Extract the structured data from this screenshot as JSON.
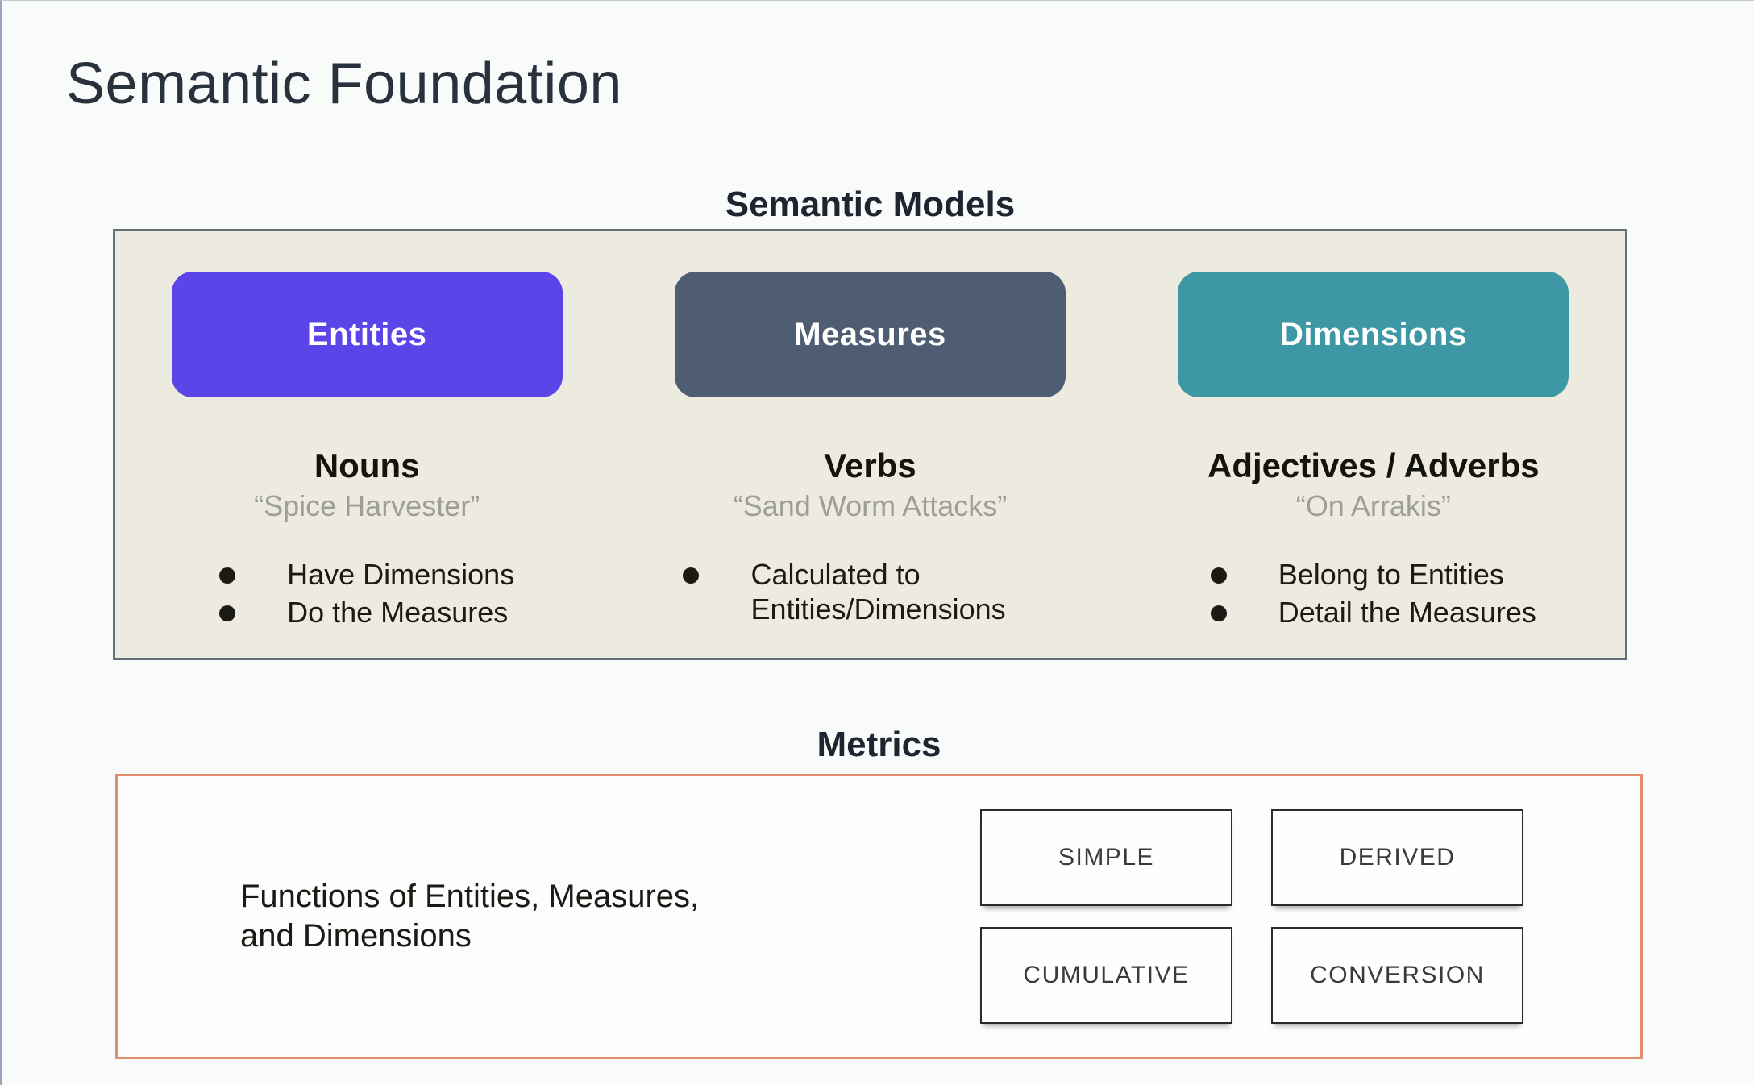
{
  "page": {
    "title": "Semantic Foundation"
  },
  "semantic_models": {
    "heading": "Semantic Models",
    "panel_bg": "#edeae0",
    "panel_border": "#656f7a",
    "columns": [
      {
        "card": "Entities",
        "card_color": "#5b44e8",
        "term": "Nouns",
        "quote": "“Spice Harvester”",
        "bullets": [
          "Have Dimensions",
          "Do the Measures"
        ]
      },
      {
        "card": "Measures",
        "card_color": "#4e5d72",
        "term": "Verbs",
        "quote": "“Sand Worm Attacks”",
        "bullets": [
          "Calculated to Entities/Dimensions"
        ]
      },
      {
        "card": "Dimensions",
        "card_color": "#3d97a5",
        "term": "Adjectives / Adverbs",
        "quote": "“On Arrakis”",
        "bullets": [
          "Belong to Entities",
          "Detail the Measures"
        ]
      }
    ]
  },
  "metrics": {
    "heading": "Metrics",
    "panel_border": "#de8e6c",
    "description_lines": [
      "Functions of Entities, Measures,",
      "and Dimensions"
    ],
    "types": [
      "SIMPLE",
      "DERIVED",
      "CUMULATIVE",
      "CONVERSION"
    ]
  }
}
